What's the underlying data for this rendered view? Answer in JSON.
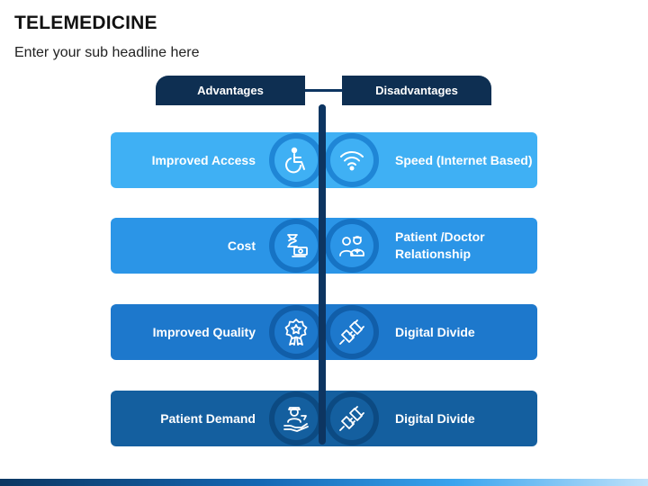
{
  "header": {
    "title": "TELEMEDICINE",
    "subtitle": "Enter your sub headline here"
  },
  "columns": {
    "advantages": "Advantages",
    "disadvantages": "Disadvantages"
  },
  "rows": [
    {
      "advantage": "Improved Access",
      "disadvantage": "Speed (Internet Based)",
      "advantage_icon": "wheelchair-icon",
      "disadvantage_icon": "wifi-icon",
      "color": "#3fb0f4",
      "ring": "#1f86d6"
    },
    {
      "advantage": "Cost",
      "disadvantage": "Patient /Doctor Relationship",
      "advantage_icon": "money-hourglass-icon",
      "disadvantage_icon": "patient-doctor-icon",
      "color": "#2b95e7",
      "ring": "#1673c4"
    },
    {
      "advantage": "Improved Quality",
      "disadvantage": "Digital Divide",
      "advantage_icon": "award-badge-icon",
      "disadvantage_icon": "plug-connector-icon",
      "color": "#1d78cc",
      "ring": "#115ea9"
    },
    {
      "advantage": "Patient Demand",
      "disadvantage": "Digital Divide",
      "advantage_icon": "patient-hand-icon",
      "disadvantage_icon": "plug-connector-icon",
      "color": "#145f9f",
      "ring": "#0c4a82"
    }
  ]
}
